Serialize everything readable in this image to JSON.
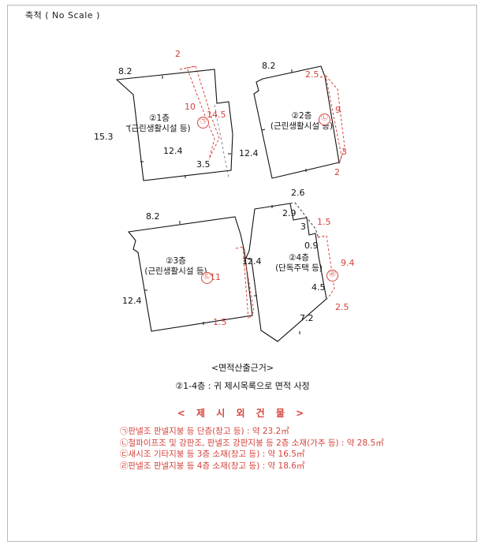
{
  "header": {
    "scale_note": "축척 ( No Scale )"
  },
  "buildings": [
    {
      "id": "building-1",
      "label_line1": "②1층",
      "label_line2": "(근린생활시설 등)",
      "marker": "㉠",
      "black_dims": [
        "8.2",
        "15.3",
        "12.4",
        "3.5"
      ],
      "red_dims": [
        "2",
        "10",
        "14.5"
      ]
    },
    {
      "id": "building-2",
      "label_line1": "②2층",
      "label_line2": "(근린생활시설 등)",
      "marker": "㉡",
      "black_dims": [
        "8.2",
        "12.4"
      ],
      "red_dims": [
        "2.5",
        "9",
        "3",
        "2"
      ]
    },
    {
      "id": "building-3",
      "label_line1": "②3층",
      "label_line2": "(근린생활시설 등)",
      "marker": "㉢",
      "black_dims": [
        "8.2",
        "12.4"
      ],
      "red_dims": [
        "11",
        "1.5"
      ]
    },
    {
      "id": "building-4",
      "label_line1": "②4층",
      "label_line2": "(단독주택 등)",
      "marker": "㉣",
      "black_dims": [
        "2.6",
        "2.9",
        "3",
        "0.9",
        "12.4",
        "4.5",
        "7.2"
      ],
      "red_dims": [
        "1.5",
        "9.4",
        "2.5"
      ]
    }
  ],
  "calc_basis": {
    "title": "<면적산출근거>",
    "line": "②1-4층 : 귀 제시목록으로 면적 사정"
  },
  "offered": {
    "title": "< 제 시 외 건 물 >",
    "items": [
      {
        "marker": "㉠",
        "text": "판넬조 판넬지붕 등 단층(창고 등) : 약 23.2",
        "unit": "㎡"
      },
      {
        "marker": "㉡",
        "text": "철파이프조 및 강판조, 판넬조 강판지붕 등 2층 소재(가추 등) : 약 28.5",
        "unit": "㎡"
      },
      {
        "marker": "㉢",
        "text": "새시조 기타지붕 등 3층 소재(창고 등) : 약 16.5",
        "unit": "㎡"
      },
      {
        "marker": "㉣",
        "text": "판넬조 판넬지붕 등 4층 소재(창고 등) : 약 18.6",
        "unit": "㎡"
      }
    ]
  },
  "colors": {
    "line_black": "#111111",
    "line_red": "#d4433c",
    "frame": "#b9b9b9"
  },
  "dims": {
    "b1_82": "8.2",
    "b1_153": "15.3",
    "b1_124": "12.4",
    "b1_35": "3.5",
    "b1_r2": "2",
    "b1_r10": "10",
    "b1_r145": "14.5",
    "b2_82": "8.2",
    "b2_124": "12.4",
    "b2_r25": "2.5",
    "b2_r9": "9",
    "b2_r3": "3",
    "b2_r2": "2",
    "b3_82": "8.2",
    "b3_124": "12.4",
    "b3_r11": "11",
    "b3_r15": "1.5",
    "b4_26": "2.6",
    "b4_29": "2.9",
    "b4_3": "3",
    "b4_09": "0.9",
    "b4_124": "12.4",
    "b4_45": "4.5",
    "b4_72": "7.2",
    "b4_r15": "1.5",
    "b4_r94": "9.4",
    "b4_r25": "2.5"
  }
}
